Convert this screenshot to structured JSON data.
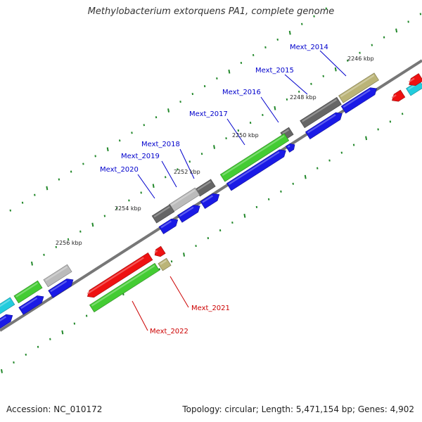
{
  "title": "Methylobacterium extorquens PA1, complete genome",
  "footer": {
    "accession": "Accession: NC_010172",
    "summary": "Topology: circular; Length: 5,471,154 bp; Genes: 4,902"
  },
  "colors": {
    "forward_label": "#0000cc",
    "reverse_label": "#cc0000",
    "backbone": "#777777",
    "tick": "#22882a",
    "blue_track": "#1a1ae6",
    "green": "#44cc33",
    "red": "#ee1111",
    "dark_gray": "#666666",
    "light_gray": "#bbbbbb",
    "khaki": "#bbb477",
    "cyan": "#22ccdd"
  },
  "kbp_ticks": [
    "2246 kbp",
    "2248 kbp",
    "2250 kbp",
    "2252 kbp",
    "2254 kbp",
    "2256 kbp"
  ],
  "forward_labels": [
    "Mext_2014",
    "Mext_2015",
    "Mext_2016",
    "Mext_2017",
    "Mext_2018",
    "Mext_2019",
    "Mext_2020"
  ],
  "reverse_labels": [
    "Mext_2021",
    "Mext_2022"
  ]
}
